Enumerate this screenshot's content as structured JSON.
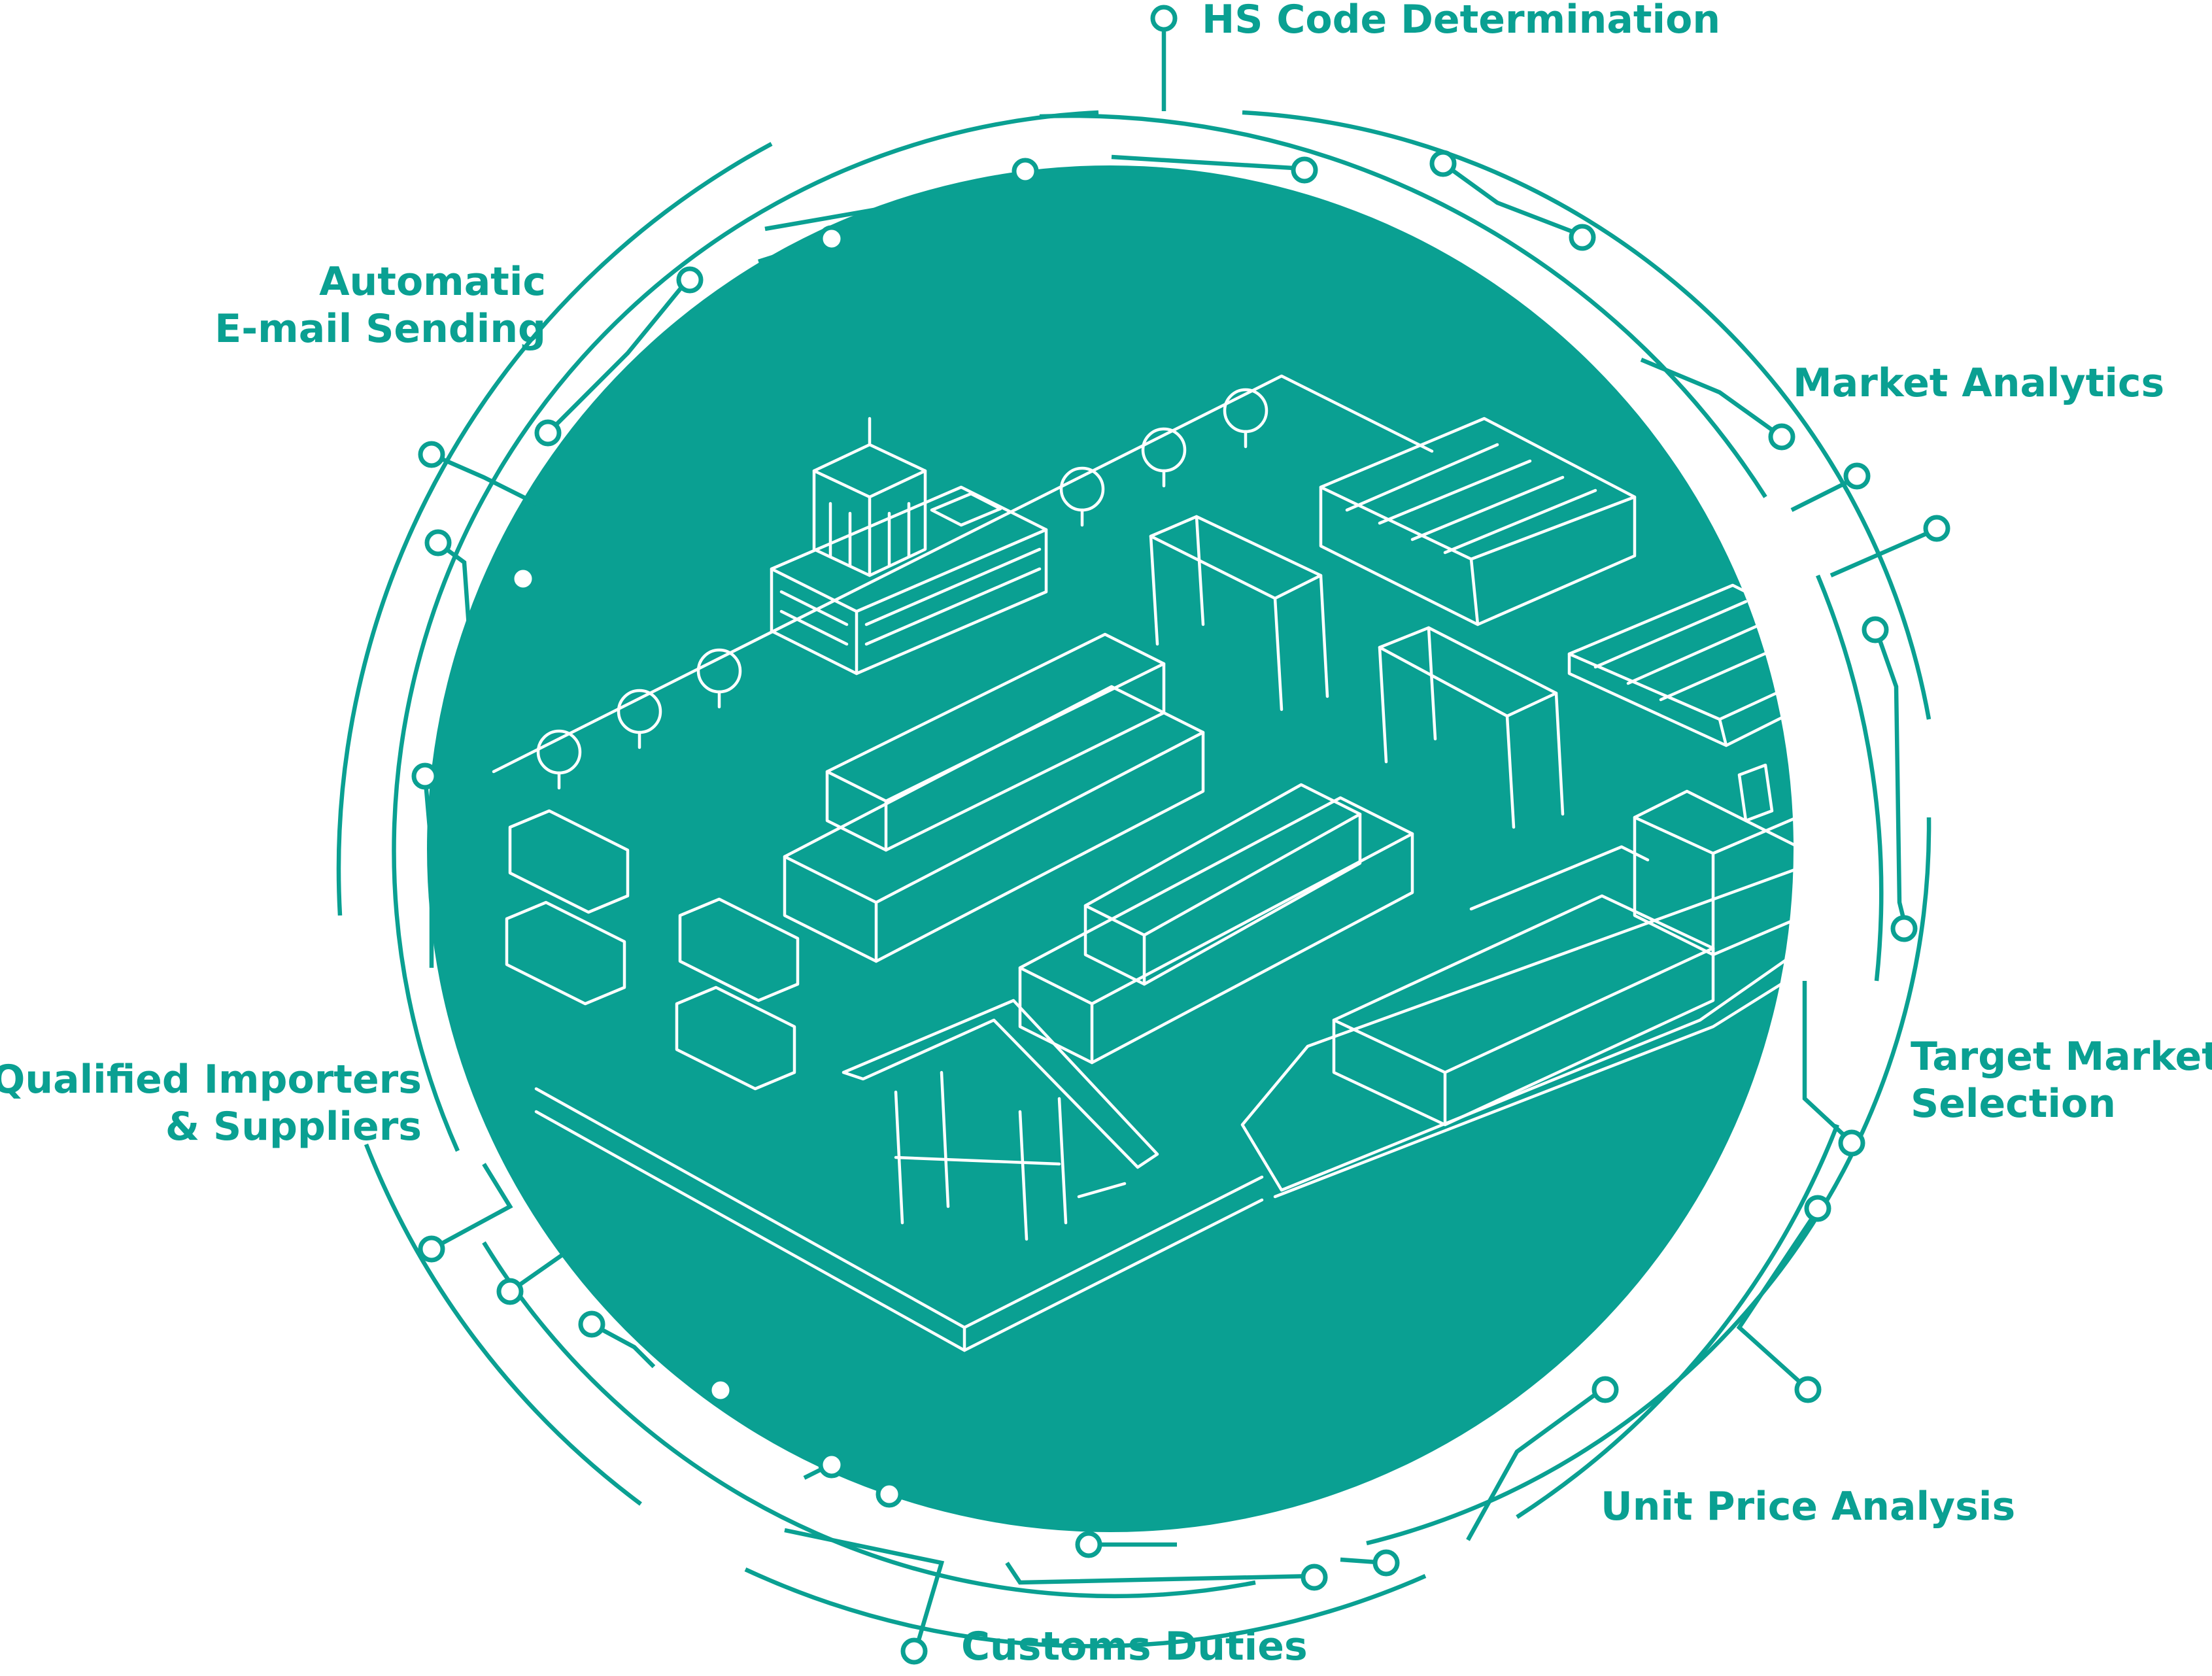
{
  "diagram": {
    "accent_color": "#0aa092",
    "background_color": "#ffffff",
    "center_scene": "isometric-container-port-illustration",
    "labels": {
      "hs_code": [
        "HS Code Determination"
      ],
      "market_analytics": [
        "Market Analytics"
      ],
      "target_market": [
        "Target Market",
        "Selection"
      ],
      "unit_price": [
        "Unit Price Analysis"
      ],
      "customs_duties": [
        "Customs Duties"
      ],
      "importers": [
        "Qualified Importers",
        "& Suppliers"
      ],
      "email": [
        "Automatic",
        "E-mail Sending"
      ]
    }
  }
}
